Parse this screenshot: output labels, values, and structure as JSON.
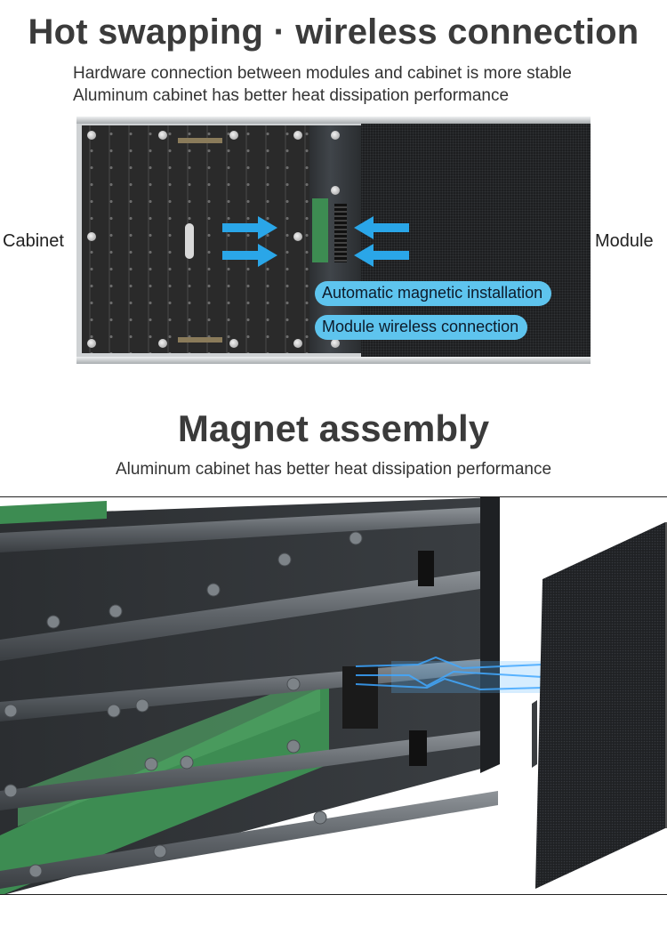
{
  "section1": {
    "title": "Hot swapping · wireless connection",
    "subtitle_line1": "Hardware connection between modules and cabinet is more stable",
    "subtitle_line2": "Aluminum cabinet has better heat dissipation performance",
    "label_left": "Cabinet",
    "label_right": "Module",
    "callout1": "Automatic magnetic installation",
    "callout2": "Module wireless connection"
  },
  "section2": {
    "title": "Magnet assembly",
    "subtitle": "Aluminum cabinet has better heat dissipation performance"
  },
  "colors": {
    "title": "#3b3b3b",
    "callout_fill": "#5ec4ee",
    "arrow": "#2aa6e8",
    "cabinet_dark": "#2b2e31",
    "pcb_green": "#3d8c52"
  },
  "icons": {
    "arrow_right": "arrow-right-icon",
    "arrow_left": "arrow-left-icon"
  }
}
